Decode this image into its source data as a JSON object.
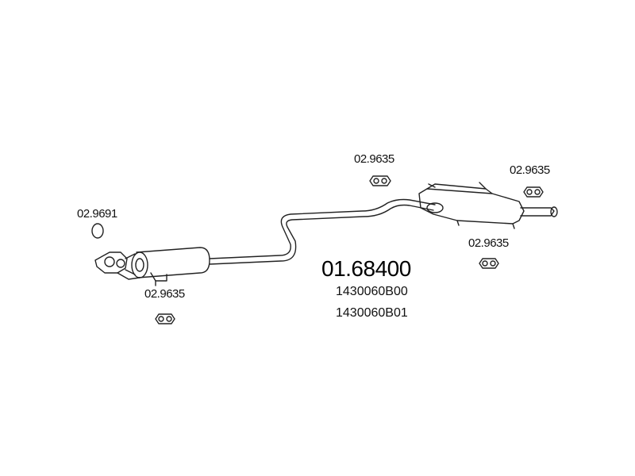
{
  "main_part_number": "01.68400",
  "oem_numbers": [
    "1430060B00",
    "1430060B01"
  ],
  "callouts": {
    "ring_gasket": "02.9691",
    "hanger_front": "02.9635",
    "hanger_mid": "02.9635",
    "hanger_rear_top": "02.9635",
    "hanger_rear_bottom": "02.9635"
  },
  "colors": {
    "line": "#222222",
    "background": "#ffffff"
  }
}
